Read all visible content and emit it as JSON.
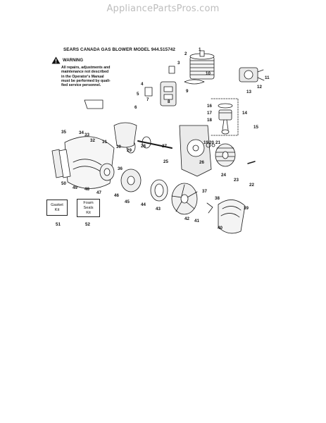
{
  "watermark": "AppliancePartsPros.com",
  "title": "SEARS CANADA GAS BLOWER MODEL 944.515742",
  "warning": {
    "heading": "WARNING",
    "lines": [
      "All repairs, adjustments and",
      "maintenance not described",
      "in the Operator's Manual",
      "must be performed by quali-",
      "fied service personnel."
    ]
  },
  "kits": {
    "gasket": [
      "Gasket",
      "Kit"
    ],
    "foam": [
      "Foam",
      "Seals",
      "Kit"
    ]
  },
  "part_numbers": [
    "1",
    "2",
    "3",
    "4",
    "5",
    "6",
    "7",
    "8",
    "9",
    "10",
    "11",
    "12",
    "13",
    "14",
    "15",
    "16",
    "17",
    "18",
    "19",
    "20",
    "21",
    "22",
    "23",
    "24",
    "25",
    "26",
    "27",
    "28",
    "29",
    "30",
    "31",
    "32",
    "33",
    "34",
    "35",
    "36",
    "37",
    "38",
    "39",
    "40",
    "41",
    "42",
    "43",
    "44",
    "45",
    "46",
    "47",
    "48",
    "49",
    "50",
    "51",
    "52"
  ]
}
